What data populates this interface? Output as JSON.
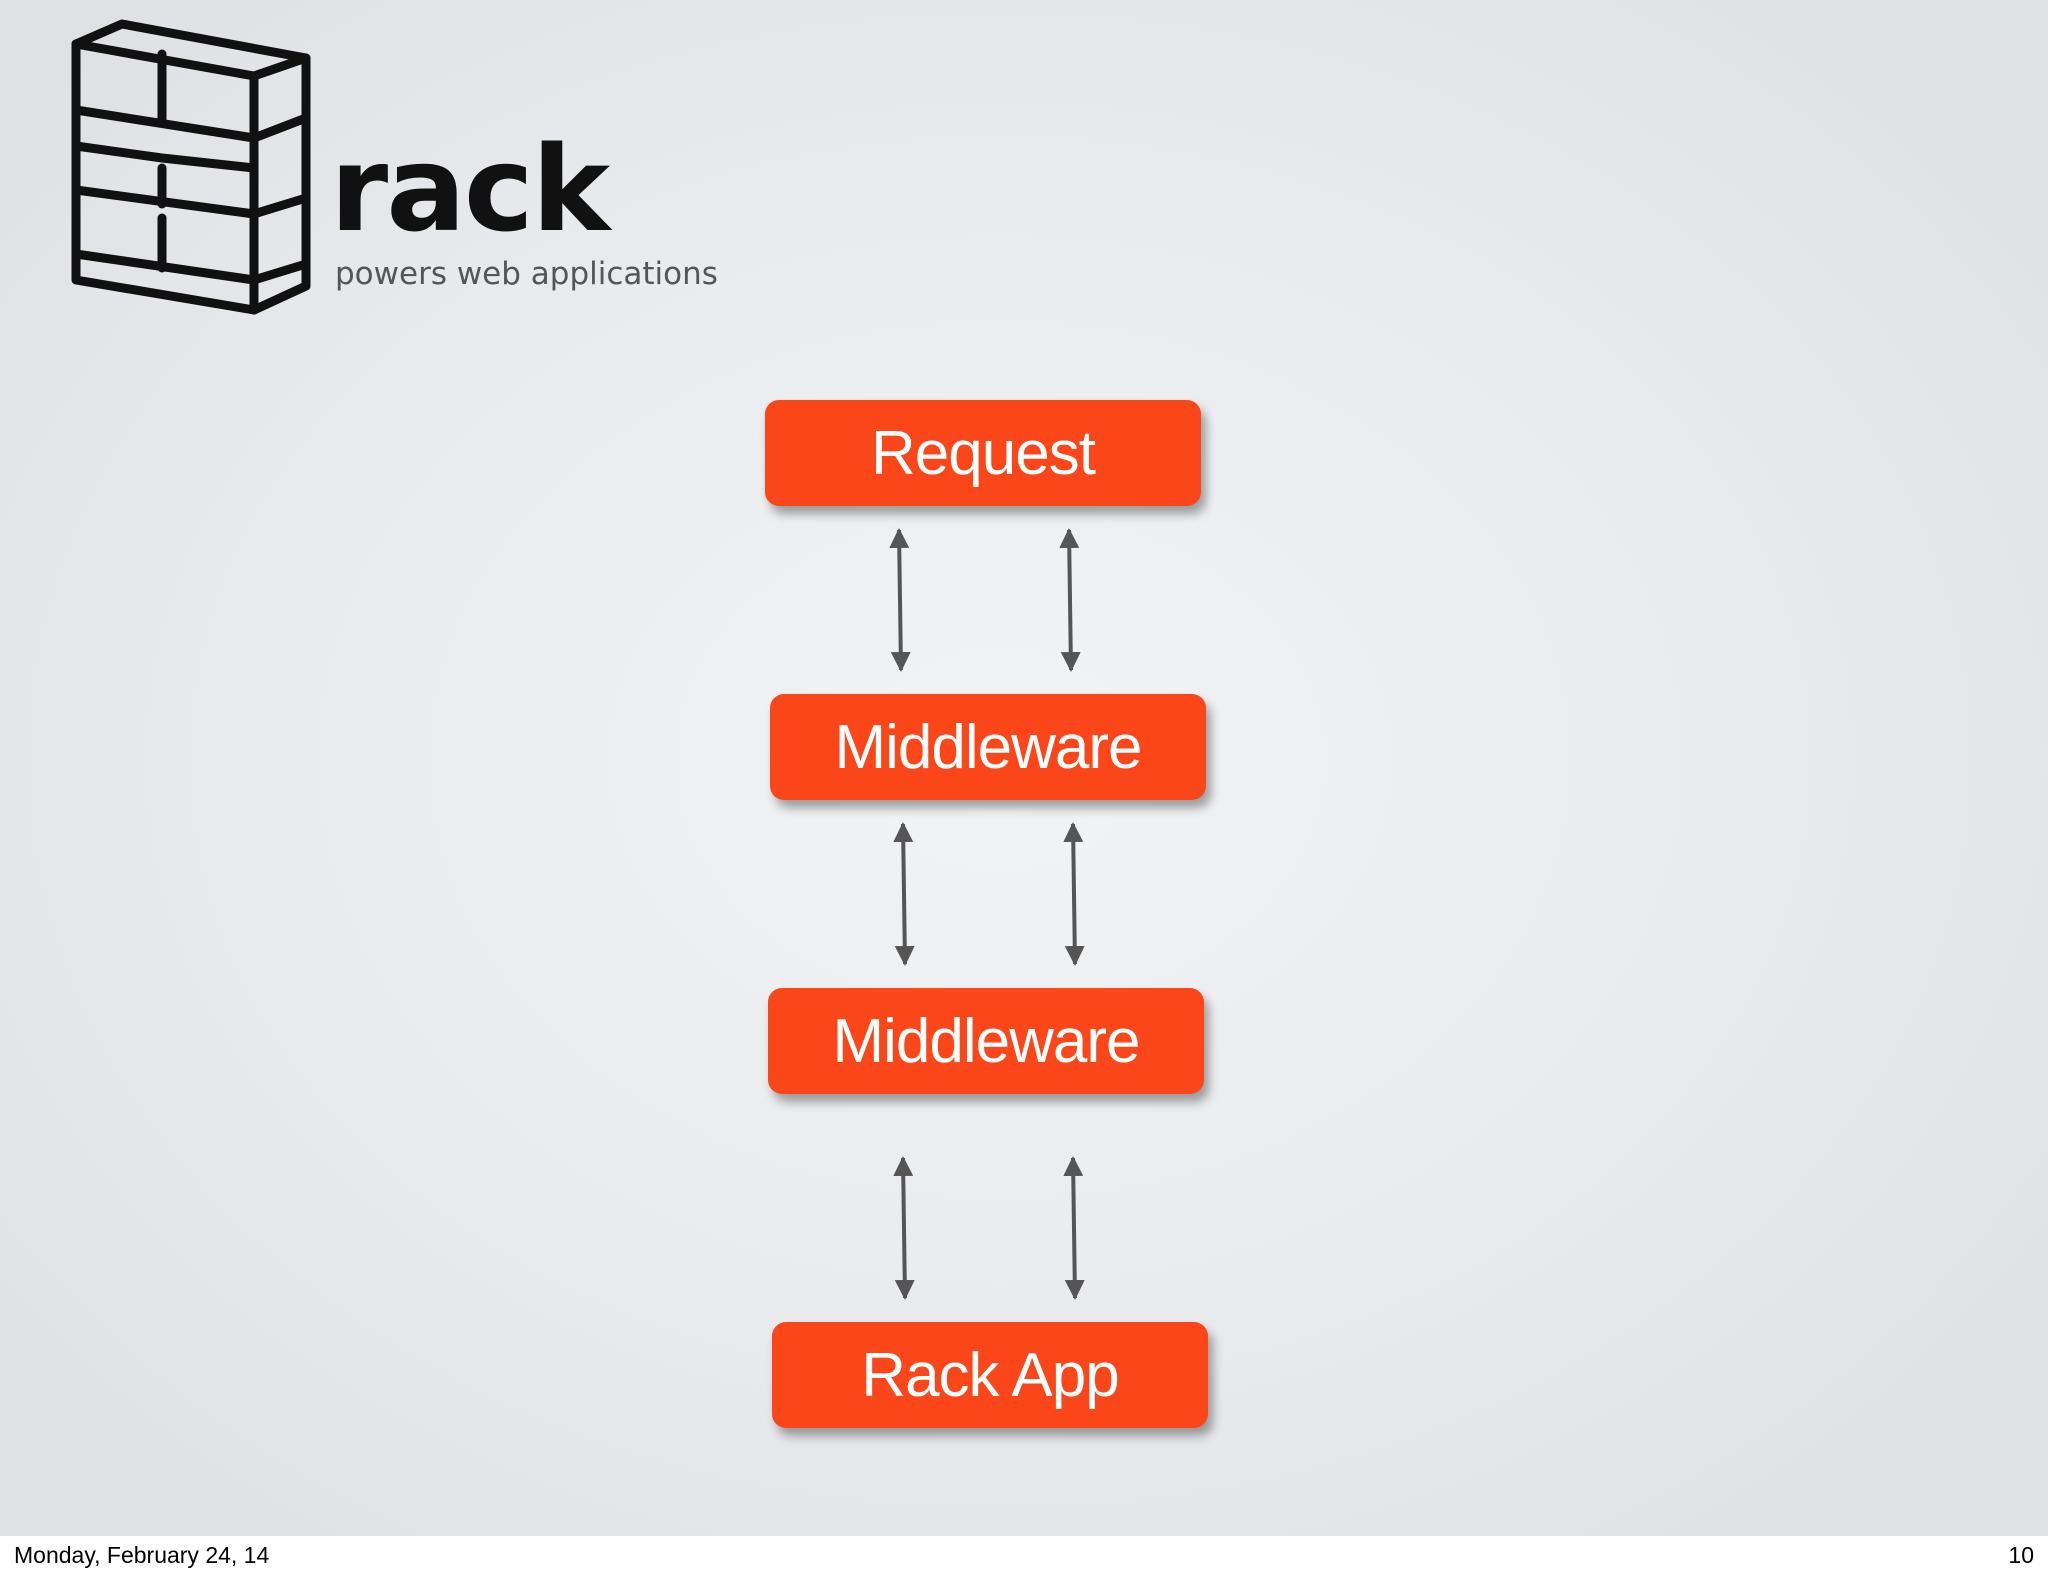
{
  "logo": {
    "wordmark": "rack",
    "tagline": "powers web applications"
  },
  "flow": {
    "nodes": [
      {
        "id": "request",
        "label": "Request"
      },
      {
        "id": "middleware-1",
        "label": "Middleware"
      },
      {
        "id": "middleware-2",
        "label": "Middleware"
      },
      {
        "id": "rack-app",
        "label": "Rack App"
      }
    ],
    "edges": [
      {
        "from": "request",
        "to": "middleware-1",
        "count": 2,
        "style": "double-headed"
      },
      {
        "from": "middleware-1",
        "to": "middleware-2",
        "count": 2,
        "style": "double-headed"
      },
      {
        "from": "middleware-2",
        "to": "rack-app",
        "count": 2,
        "style": "double-headed"
      }
    ]
  },
  "footer": {
    "date": "Monday, February 24, 14",
    "page_number": "10"
  },
  "colors": {
    "box_fill": "#fb4619",
    "box_text": "#ffffff",
    "arrow": "#555555",
    "background": "#e9ebee"
  }
}
